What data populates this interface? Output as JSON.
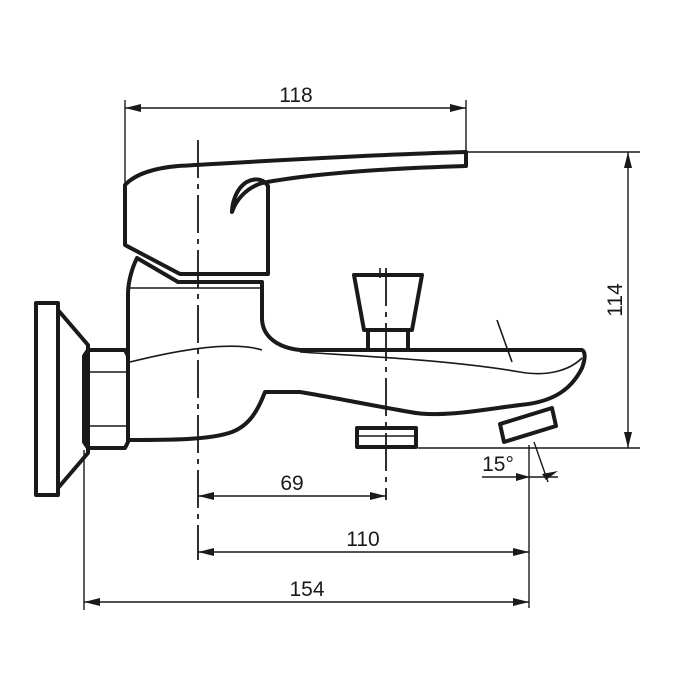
{
  "dimensions": {
    "top_width": "118",
    "height": "114",
    "spout_to_outlet": "69",
    "axis_to_spout_end": "110",
    "overall_depth": "154",
    "spout_angle": "15°"
  }
}
